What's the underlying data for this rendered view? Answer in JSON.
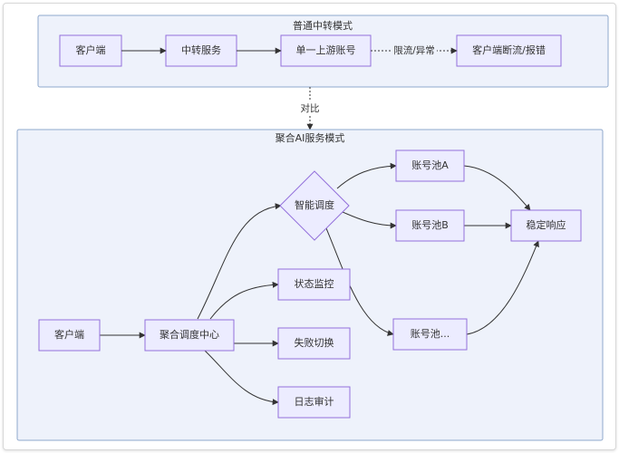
{
  "groups": {
    "normal": {
      "title": "普通中转模式"
    },
    "aggregate": {
      "title": "聚合AI服务模式"
    }
  },
  "normal_nodes": {
    "client": "客户端",
    "relay": "中转服务",
    "single_account": "单一上游账号",
    "client_error": "客户端断流/报错"
  },
  "normal_edges": {
    "rate_limit": "限流/异常"
  },
  "compare_label": "对比",
  "aggregate_nodes": {
    "client": "客户端",
    "center": "聚合调度中心",
    "smart": "智能调度",
    "monitor": "状态监控",
    "failover": "失败切换",
    "audit": "日志审计",
    "pool_a": "账号池A",
    "pool_b": "账号池B",
    "pool_more": "账号池...",
    "stable": "稳定响应"
  },
  "colors": {
    "node_fill": "#ECECFF",
    "node_stroke": "#9370DB",
    "group_fill": "#EEF2FB",
    "group_stroke": "#8FA8CC",
    "edge": "#333333"
  }
}
